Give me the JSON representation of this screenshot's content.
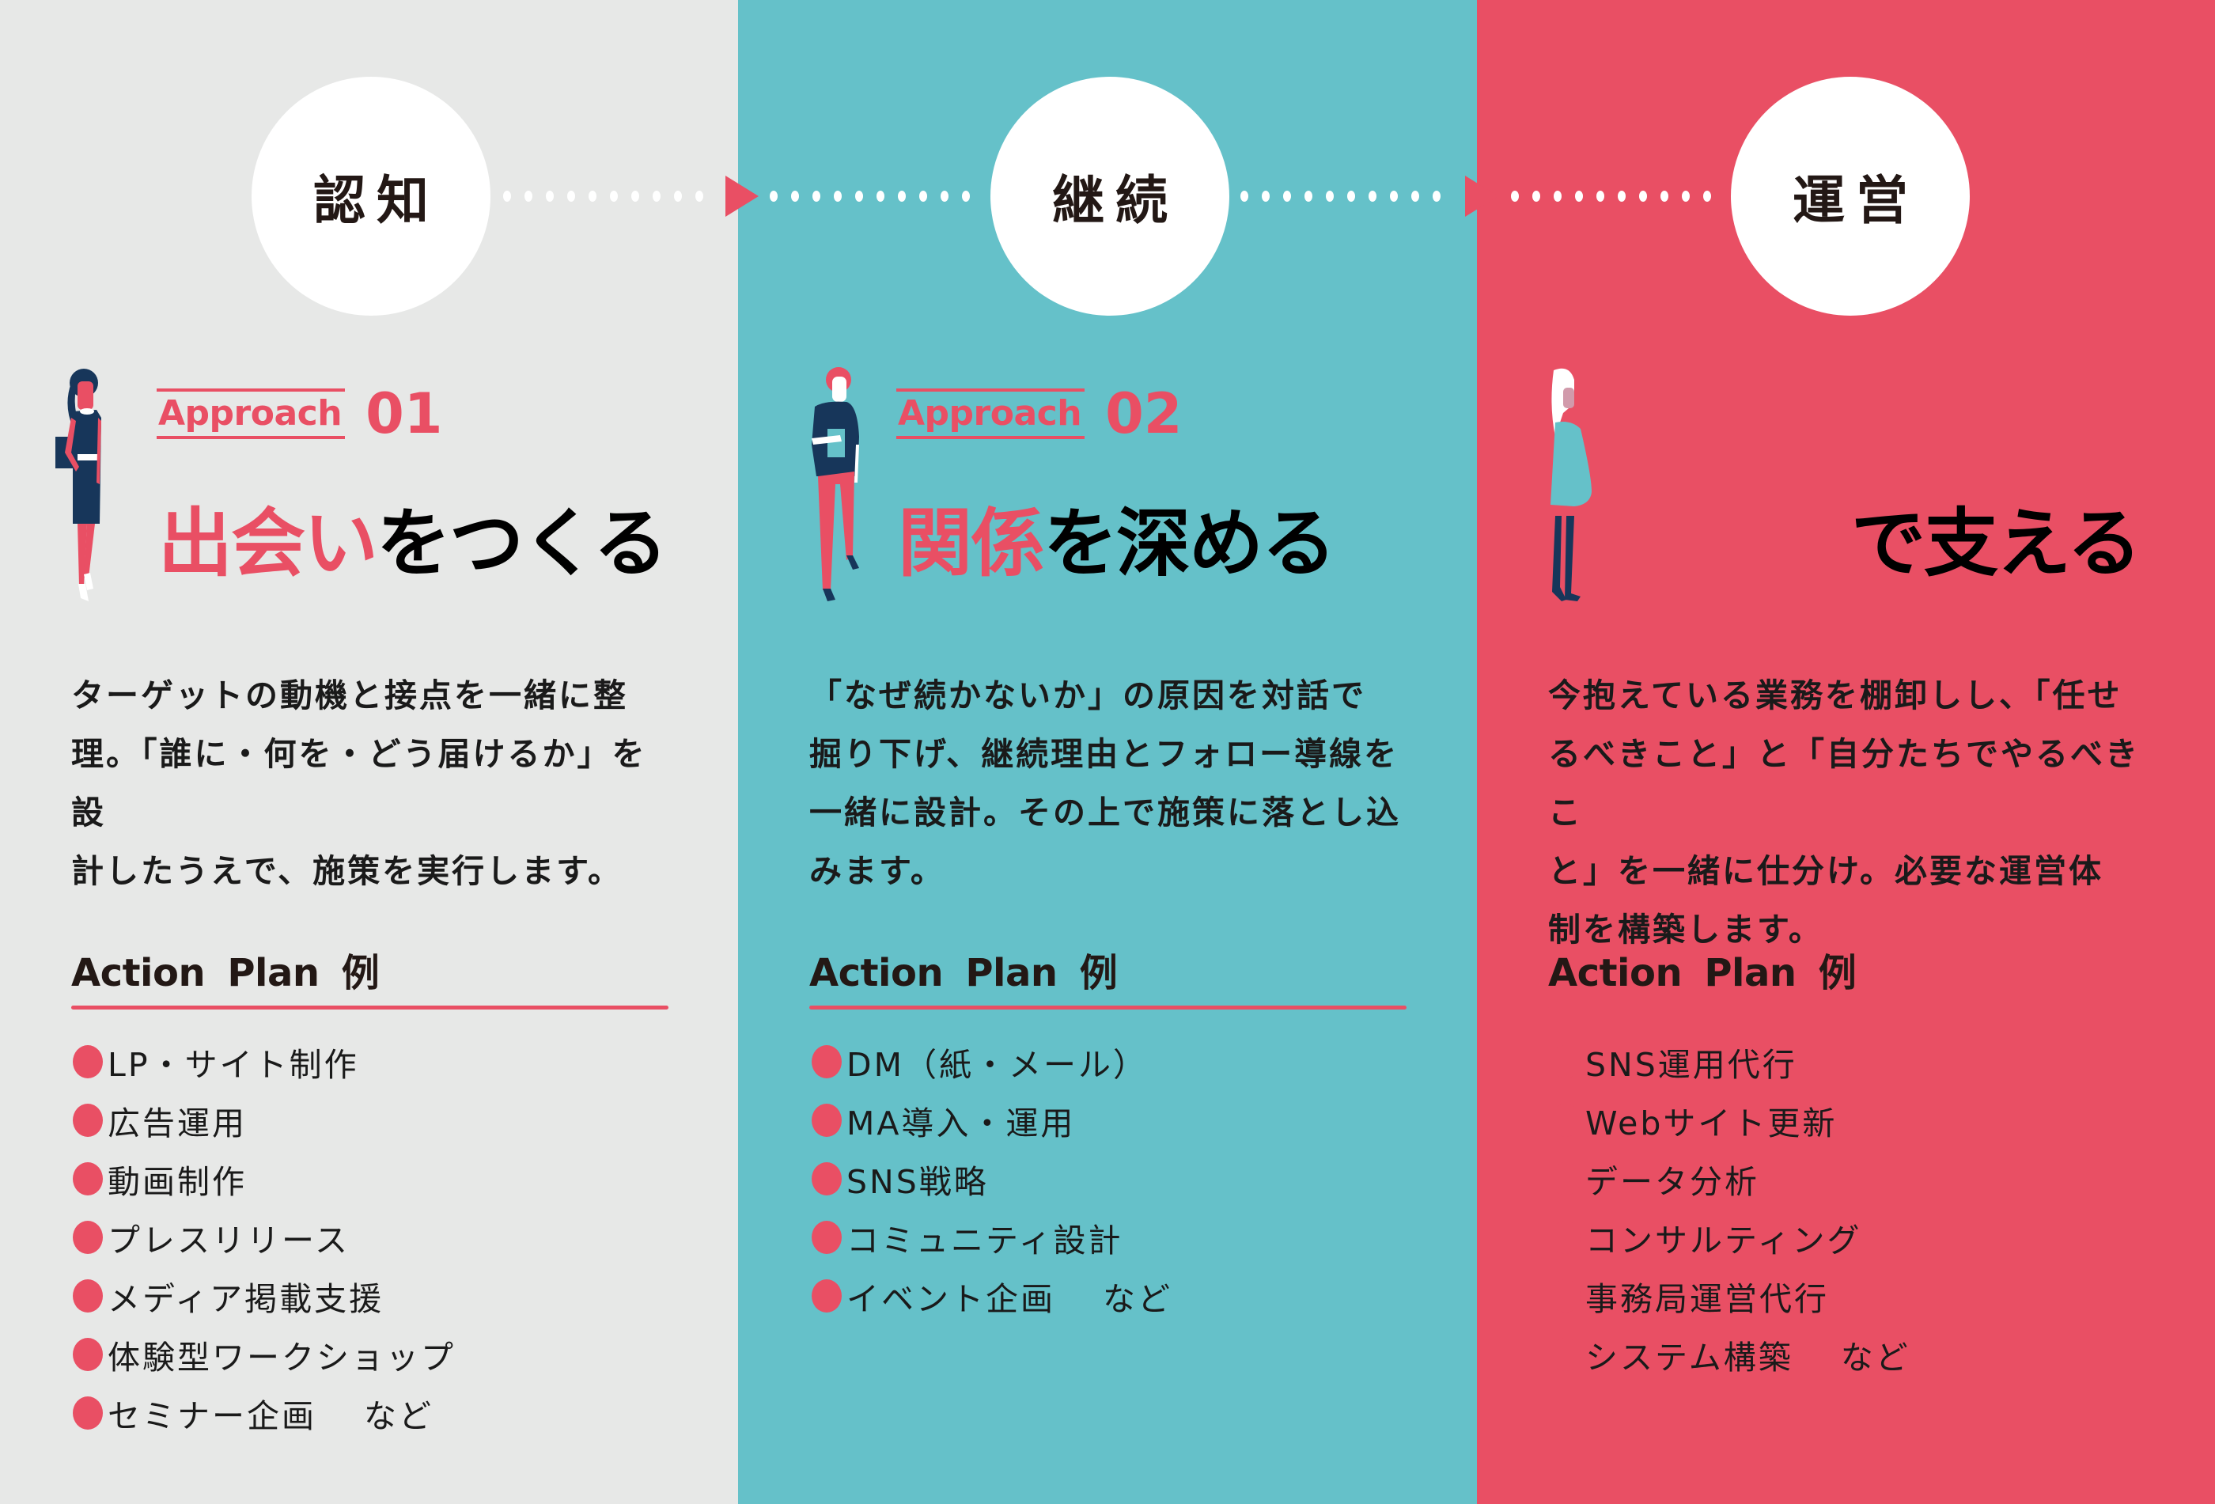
{
  "colors": {
    "col1_bg": "#e7e8e7",
    "col2_bg": "#65c1c9",
    "col3_bg": "#e94f64",
    "accent": "#e94f64",
    "navy": "#17365a",
    "text": "#231815"
  },
  "stages": [
    {
      "circle_label": "認知",
      "approach_label": "Approach",
      "approach_number": "01",
      "headline_accent": "出会い",
      "headline_rest": "をつくる",
      "figure": "woman-in-navy-dress-icon",
      "body": "ターゲットの動機と接点を一緒に整理。「誰に・何を・どう届けるか」を設計したうえで、施策を実行します。",
      "body_lines": [
        "ターゲットの動機と接点を一緒に整",
        "理。「誰に・何を・どう届けるか」を設",
        "計したうえで、施策を実行します。"
      ],
      "action_plan_title": "Action  Plan 例",
      "action_plan_items": [
        "LP・サイト制作",
        "広告運用",
        "動画制作",
        "プレスリリース",
        "メディア掲載支援",
        "体験型ワークショップ",
        "セミナー企画　 など"
      ]
    },
    {
      "circle_label": "継続",
      "approach_label": "Approach",
      "approach_number": "02",
      "headline_accent": "関係",
      "headline_rest": "を深める",
      "figure": "man-holding-tablet-icon",
      "body": "「なぜ続かないか」の原因を対話で掘り下げ、継続理由とフォロー導線を一緒に設計。その上で施策に落とし込みます。",
      "body_lines": [
        "「なぜ続かないか」の原因を対話で",
        "掘り下げ、継続理由とフォロー導線を",
        "一緒に設計。その上で施策に落とし込",
        "みます。"
      ],
      "action_plan_title": "Action  Plan 例",
      "action_plan_items": [
        "DM（紙・メール）",
        "MA導入・運用",
        "SNS戦略",
        "コミュニティ設計",
        "イベント企画　 など"
      ]
    },
    {
      "circle_label": "運営",
      "headline_rest": "で支える",
      "figure": "woman-with-white-hair-icon",
      "body": "今抱えている業務を棚卸しし、「任せるべきこと」と「自分たちでやるべきこと」を一緒に仕分け。必要な運営体制を構築します。",
      "body_lines": [
        "今抱えている業務を棚卸しし、「任せ",
        "るべきこと」と「自分たちでやるべきこ",
        "と」を一緒に仕分け。必要な運営体",
        "制を構築します。"
      ],
      "action_plan_title": "Action  Plan 例",
      "action_plan_items": [
        "SNS運用代行",
        "Webサイト更新",
        "データ分析",
        "コンサルティング",
        "事務局運営代行",
        "システム構築　 など"
      ]
    }
  ]
}
